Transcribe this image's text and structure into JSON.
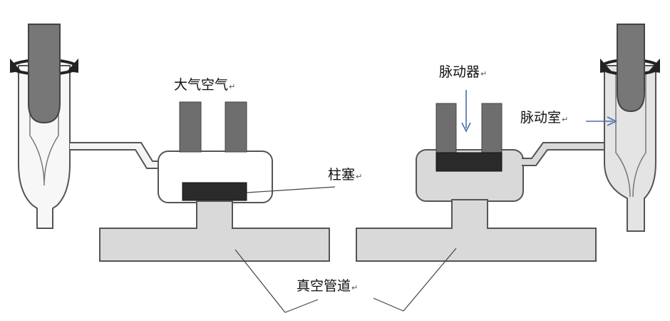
{
  "labels": {
    "atmosphere": "大气空气",
    "plunger": "柱塞",
    "pulsator": "脉动器",
    "pulsation_chamber": "脉动室",
    "vacuum_pipe": "真空管道"
  },
  "return_mark": "↵"
}
